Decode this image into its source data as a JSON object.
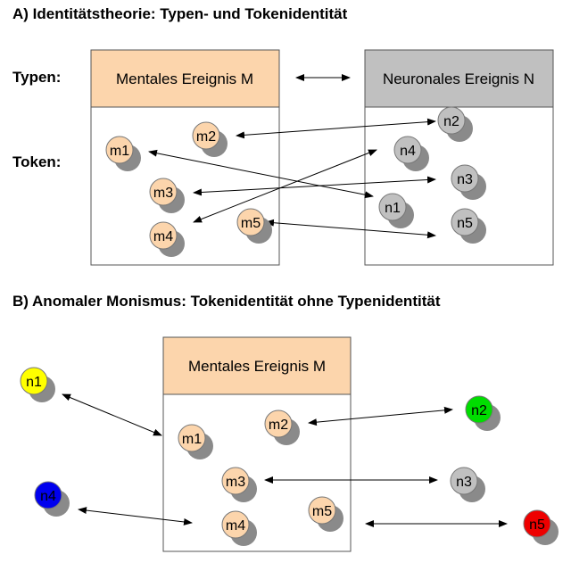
{
  "section_a": {
    "heading": "A) Identitätstheorie: Typen- und Tokenidentität",
    "label_types": "Typen:",
    "label_tokens": "Token:",
    "type_m": "Mentales Ereignis M",
    "type_n": "Neuronales Ereignis N",
    "mental_tokens": [
      "m1",
      "m2",
      "m3",
      "m4",
      "m5"
    ],
    "neural_tokens": [
      "n1",
      "n2",
      "n3",
      "n4",
      "n5"
    ]
  },
  "section_b": {
    "heading": "B) Anomaler Monismus: Tokenidentität ohne Typenidentität",
    "type_m": "Mentales Ereignis M",
    "mental_tokens": [
      "m1",
      "m2",
      "m3",
      "m4",
      "m5"
    ],
    "neural_tokens": [
      "n1",
      "n2",
      "n3",
      "n4",
      "n5"
    ]
  },
  "colors": {
    "mental_fill": "#fcd5ac",
    "neural_gray": "#c0c0c0",
    "header_gray": "#c0c0c0",
    "n1_yellow": "#ffff00",
    "n2_green": "#00dd00",
    "n4_blue": "#0000ee",
    "n5_red": "#ee0000"
  }
}
